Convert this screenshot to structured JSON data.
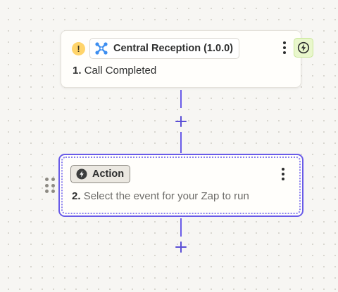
{
  "trigger_step": {
    "warning_icon": "warning-icon",
    "warning_glyph": "!",
    "app_icon": "central-reception-logo",
    "app_name": "Central Reception (1.0.0)",
    "trigger_badge_icon": "lightning-bolt-icon",
    "menu_icon": "more-vertical-icon",
    "step_number": "1.",
    "step_title": "Call Completed"
  },
  "action_step": {
    "type_icon": "lightning-bolt-icon",
    "type_label": "Action",
    "menu_icon": "more-vertical-icon",
    "drag_icon": "drag-handle-icon",
    "step_number": "2.",
    "placeholder_text": "Select the event for your Zap to run"
  },
  "canvas": {
    "add_step_icon": "plus-icon"
  },
  "colors": {
    "accent": "#695be8",
    "canvas_background": "#f7f6f3",
    "warning": "#ffd46a",
    "trigger_badge": "#e9f7cc",
    "app_logo": "#3d8ef0"
  }
}
